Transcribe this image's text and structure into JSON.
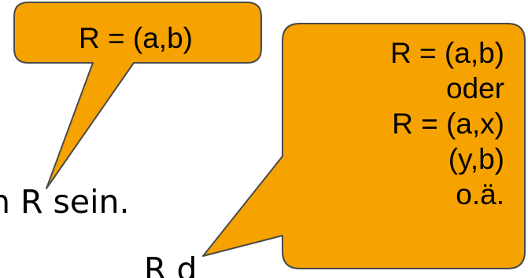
{
  "colors": {
    "bubble_fill": "#F6A200",
    "bubble_stroke": "#4A4A4A",
    "text": "#000000",
    "background": "#FFFFFF"
  },
  "bubble_left": {
    "text": "R = (a,b)"
  },
  "bubble_right": {
    "lines": [
      "R = (a,b)",
      "oder",
      "R = (a,x)",
      "(y,b)",
      "o.ä."
    ]
  },
  "background_text": {
    "line_1": "n R sein.",
    "line_2": "R  d"
  }
}
